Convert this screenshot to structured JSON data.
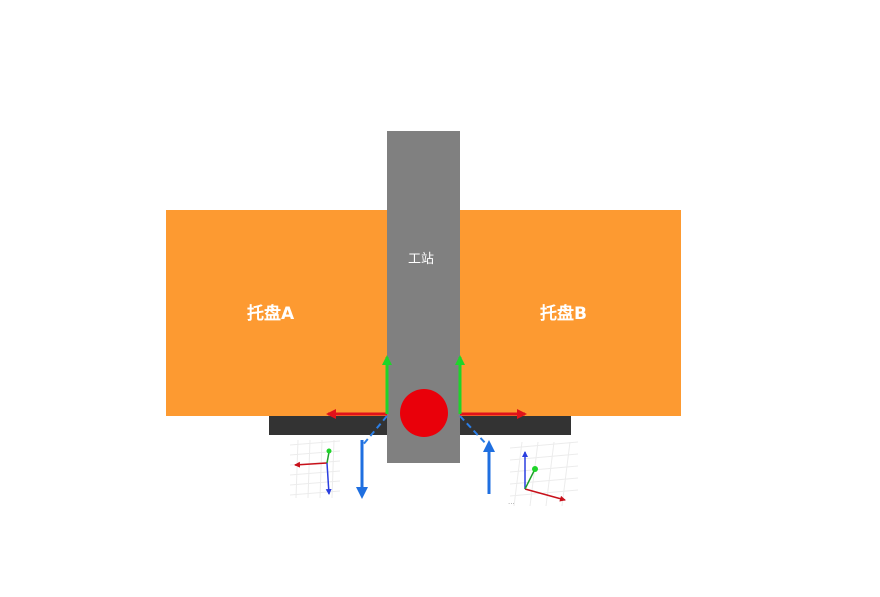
{
  "diagram": {
    "tray_a": {
      "label": "托盘A"
    },
    "tray_b": {
      "label": "托盘B"
    },
    "station": {
      "label": "工站"
    },
    "axis_thumbnail_right": {
      "caption": "··· "
    },
    "colors": {
      "tray": "#fd9a31",
      "station": "#808080",
      "rail": "#333333",
      "ball": "#e9000a",
      "x_axis": "#e0121a",
      "y_axis": "#1fd42a",
      "z_axis": "#1f6fe0",
      "dashed": "#2b7ee6"
    },
    "icons": [
      "coordinate-frame-icon",
      "coordinate-frame-icon"
    ]
  }
}
